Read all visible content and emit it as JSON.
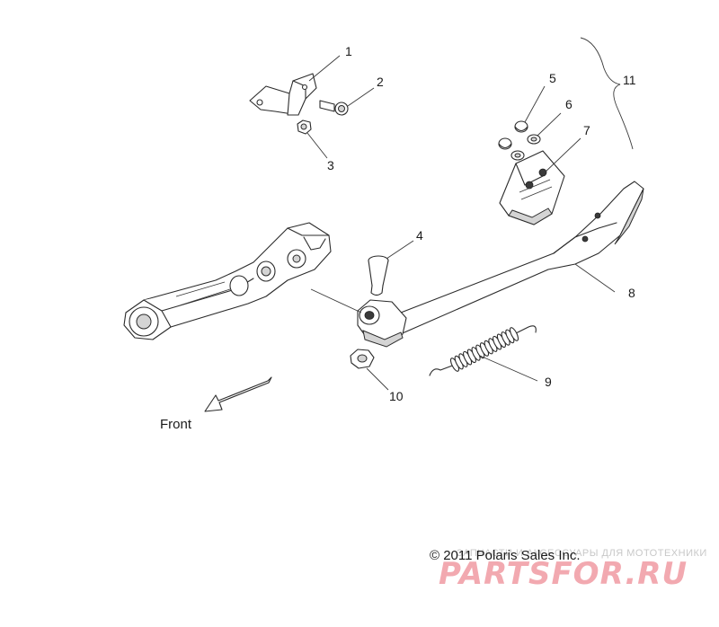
{
  "callouts": [
    {
      "num": "1"
    },
    {
      "num": "2"
    },
    {
      "num": "3"
    },
    {
      "num": "4"
    },
    {
      "num": "5"
    },
    {
      "num": "6"
    },
    {
      "num": "7"
    },
    {
      "num": "8"
    },
    {
      "num": "9"
    },
    {
      "num": "10"
    },
    {
      "num": "11"
    }
  ],
  "direction_label": "Front",
  "copyright": "© 2011 Polaris Sales Inc.",
  "watermark": {
    "tagline": "ЗАПЧАСТИ И АКСЕССУАРЫ ДЛЯ МОТОТЕХНИКИ",
    "logo": "PARTSFOR.RU",
    "logo_color": "#f2a9b0"
  },
  "colors": {
    "line": "#2b2b2b",
    "shade": "#d4d4d4",
    "background": "#ffffff"
  }
}
